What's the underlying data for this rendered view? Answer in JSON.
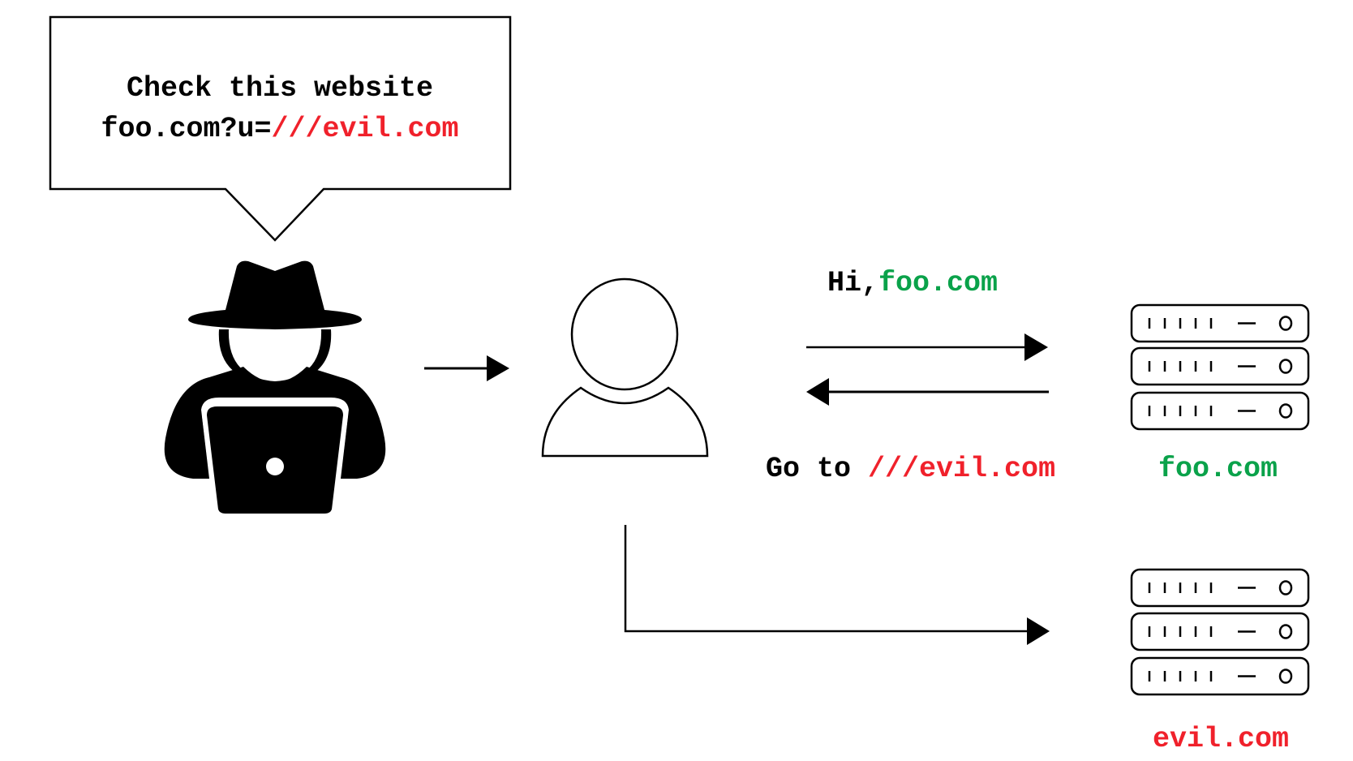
{
  "bubble": {
    "line1": "Check this website",
    "line2_prefix": "foo.com?u=",
    "line2_payload": "///evil.com"
  },
  "request": {
    "prefix": "Hi,",
    "host": "foo.com"
  },
  "response": {
    "prefix": "Go to ",
    "target": "///evil.com"
  },
  "servers": {
    "legit_label": "foo.com",
    "evil_label": "evil.com"
  },
  "colors": {
    "red": "#f0212b",
    "green": "#0aa24a"
  },
  "icons": [
    "hacker-icon",
    "user-icon",
    "server-icon"
  ]
}
